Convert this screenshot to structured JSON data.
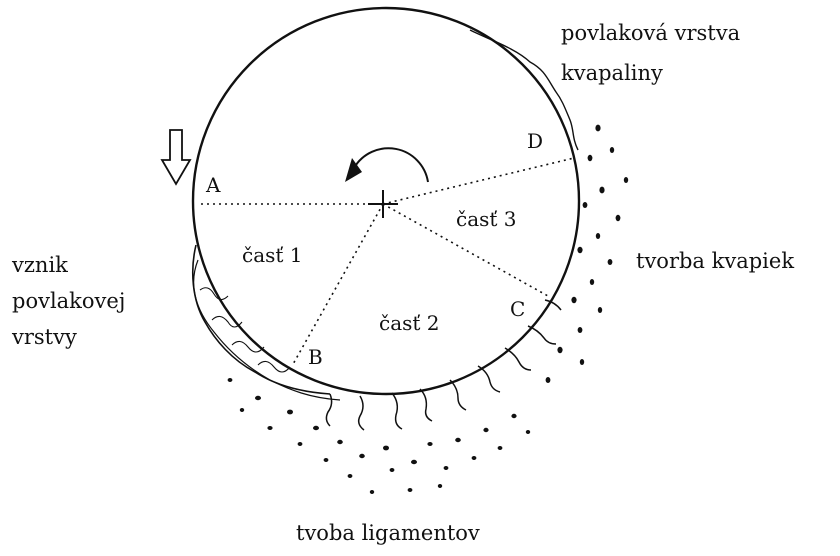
{
  "labels": {
    "coating_layer_line1": "povlaková vrstva",
    "coating_layer_line2": "kvapaliny",
    "formation_line1": "vznik",
    "formation_line2": "povlakovej",
    "formation_line3": "vrstvy",
    "droplets": "tvorba kvapiek",
    "ligaments": "tvoba ligamentov"
  },
  "parts": {
    "part1": "časť 1",
    "part2": "časť 2",
    "part3": "časť 3"
  },
  "points": {
    "a": "A",
    "b": "B",
    "c": "C",
    "d": "D"
  },
  "colors": {
    "stroke": "#111111",
    "background": "#ffffff"
  },
  "icons": {
    "feed_arrow": "down-arrow-icon",
    "rotation_arrow": "rotation-arrow-icon",
    "center": "center-cross-icon"
  }
}
